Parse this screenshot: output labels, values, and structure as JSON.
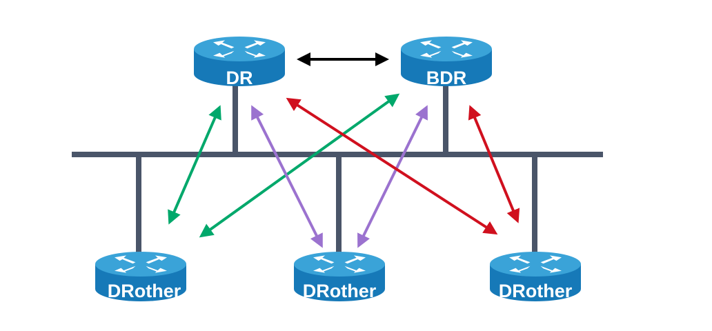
{
  "routers": [
    {
      "id": "dr",
      "label": "DR"
    },
    {
      "id": "bdr",
      "label": "BDR"
    },
    {
      "id": "drother-1",
      "label": "DRother"
    },
    {
      "id": "drother-2",
      "label": "DRother"
    },
    {
      "id": "drother-3",
      "label": "DRother"
    }
  ],
  "adjacencies": [
    {
      "from": "dr",
      "to": "bdr",
      "color": "#000000"
    },
    {
      "from": "dr",
      "to": "drother-1",
      "color": "#00a86b"
    },
    {
      "from": "bdr",
      "to": "drother-1",
      "color": "#00a86b"
    },
    {
      "from": "dr",
      "to": "drother-2",
      "color": "#9b72cf"
    },
    {
      "from": "bdr",
      "to": "drother-2",
      "color": "#9b72cf"
    },
    {
      "from": "dr",
      "to": "drother-3",
      "color": "#d0101e"
    },
    {
      "from": "bdr",
      "to": "drother-3",
      "color": "#d0101e"
    }
  ],
  "colors": {
    "network": "#4a5569",
    "router_top": "#3aa3d8",
    "router_side": "#1679b8",
    "router_arrows": "#ffffff"
  }
}
